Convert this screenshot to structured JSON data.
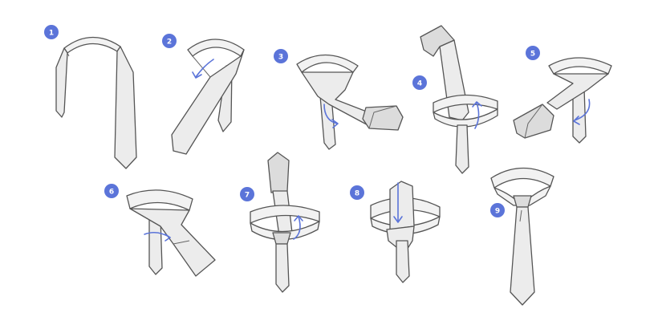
{
  "steps": [
    {
      "label": "1"
    },
    {
      "label": "2"
    },
    {
      "label": "3"
    },
    {
      "label": "4"
    },
    {
      "label": "5"
    },
    {
      "label": "6"
    },
    {
      "label": "7"
    },
    {
      "label": "8"
    },
    {
      "label": "9"
    }
  ],
  "colors": {
    "badge": "#5b74d9",
    "arrow": "#5b74d9",
    "tie_fill": "#ececec",
    "outline": "#555555"
  },
  "icons": {
    "badge": "numbered-circle",
    "arrow": "curved-arrow"
  }
}
